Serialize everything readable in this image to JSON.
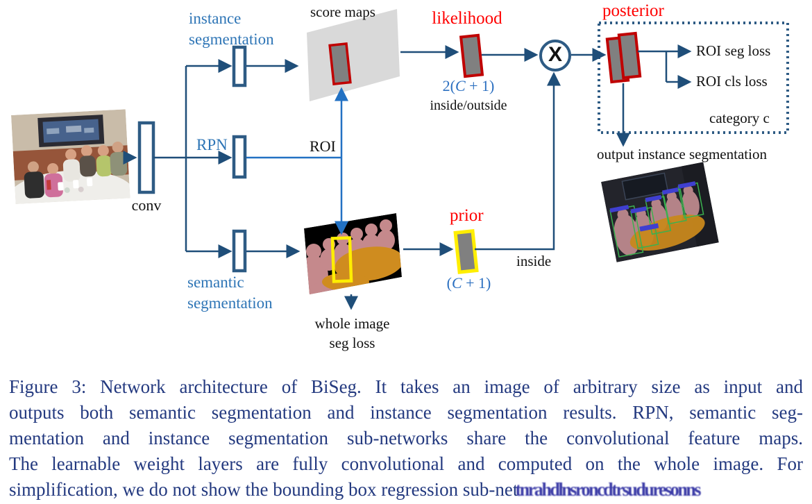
{
  "labels": {
    "instance_segmentation": "instance segmentation",
    "semantic_segmentation": "semantic segmentation",
    "score_maps": "score maps",
    "likelihood": "likelihood",
    "posterior": "posterior",
    "prior": "prior",
    "rpn": "RPN",
    "roi": "ROI",
    "conv": "conv",
    "multiply": "X",
    "inside_outside": "inside/outside",
    "inside": "inside",
    "roi_seg_loss": "ROI seg loss",
    "roi_cls_loss": "ROI cls loss",
    "category_c": "category c",
    "output_instance_segmentation": "output instance segmentation",
    "whole_image_line1": "whole image",
    "whole_image_line2": "seg loss"
  },
  "math": {
    "likelihood_pre": "2(",
    "prior_pre": "(",
    "var": "C",
    "post": " + 1)"
  },
  "caption": {
    "lines": [
      "Figure 3: Network architecture of BiSeg. It takes an image of arbitrary size as input and",
      "outputs both semantic segmentation and instance segmentation results. RPN, semantic seg-",
      "mentation and instance segmentation sub-networks share the convolutional feature maps.",
      "The learnable weight layers are fully convolutional and computed on the whole image. For",
      "simplification, we do not show the bounding box regression sub-net"
    ],
    "watermark": "tnrahdlnsroncdtrsuduresonns"
  },
  "colors": {
    "diagram_navy": "#1f4e79",
    "node_stroke": "#2e5b84",
    "accent_blue": "#2271c3",
    "label_blue": "#2e75b6",
    "accent_red": "#ff0000",
    "box_red": "#c00000",
    "highlight_yellow": "#ffee00",
    "panel_gray": "#d9d9d9",
    "roi_gray": "#808080",
    "caption_navy": "#23397f"
  }
}
